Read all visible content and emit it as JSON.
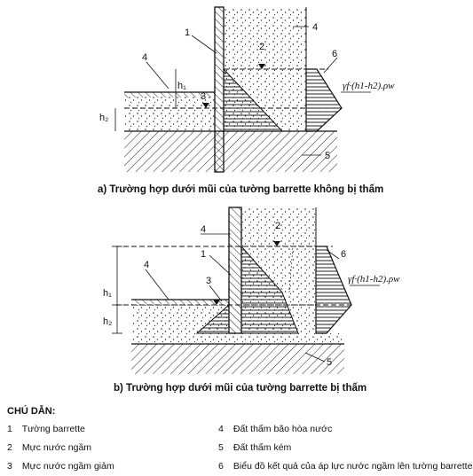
{
  "diagram_a": {
    "caption": "a) Trường hợp dưới mũi của tường barrette không bị thấm",
    "labels": {
      "n1": "1",
      "n2": "2",
      "n3": "3",
      "n4a": "4",
      "n4b": "4",
      "n5": "5",
      "n6": "6",
      "h1": "h₁",
      "h2": "h₂"
    },
    "formula": "γf·(h1-h2).ρw"
  },
  "diagram_b": {
    "caption": "b) Trường hợp dưới mũi của tường barrette bị thấm",
    "labels": {
      "n1": "1",
      "n2": "2",
      "n3": "3",
      "n4a": "4",
      "n4b": "4",
      "n5": "5",
      "n6": "6",
      "h1": "h₁",
      "h2": "h₂"
    },
    "formula": "γf·(h1-h2).ρw"
  },
  "legend": {
    "title": "CHÚ DẪN:",
    "items": [
      {
        "num": "1",
        "text": "Tường barrette"
      },
      {
        "num": "2",
        "text": "Mực nước ngầm"
      },
      {
        "num": "3",
        "text": "Mực nước ngầm giảm"
      },
      {
        "num": "4",
        "text": "Đất thấm bão hòa nước"
      },
      {
        "num": "5",
        "text": "Đất thấm kém"
      },
      {
        "num": "6",
        "text": "Biểu đồ kết quả của áp lực nước ngầm lên tường barrette"
      }
    ]
  }
}
